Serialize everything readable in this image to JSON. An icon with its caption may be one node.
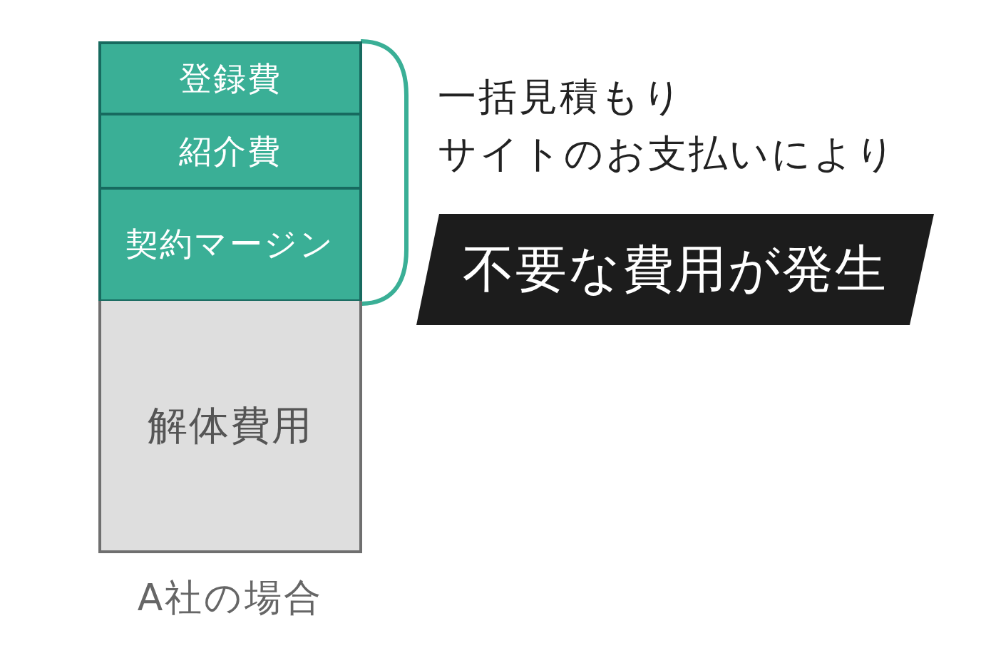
{
  "diagram": {
    "nodes": [
      {
        "text": [
          "登録費"
        ]
      },
      {
        "text": [
          "紹介費"
        ]
      },
      {
        "text": [
          "契約マージン"
        ]
      },
      {
        "text": [
          "解体費用"
        ]
      },
      {
        "text": [
          "不要な費用が発生"
        ]
      }
    ],
    "labels": [
      "一括見積もりサイトのお支払いにより",
      "A社の場合"
    ]
  }
}
